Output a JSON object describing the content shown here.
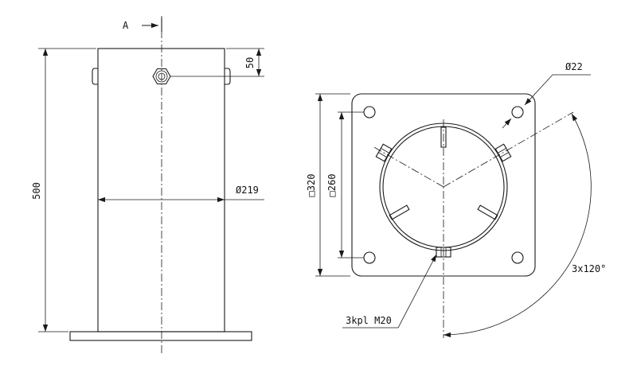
{
  "side_view": {
    "section_label": "A",
    "height_dim": "500",
    "bolt_offset_dim": "50",
    "diameter_dim": "Ø219"
  },
  "plan_view": {
    "hole_dim": "Ø22",
    "plate_dim": "□320",
    "hole_spacing_dim": "□260",
    "bolt_note": "3kpl M20",
    "angle_dim": "3x120°"
  }
}
